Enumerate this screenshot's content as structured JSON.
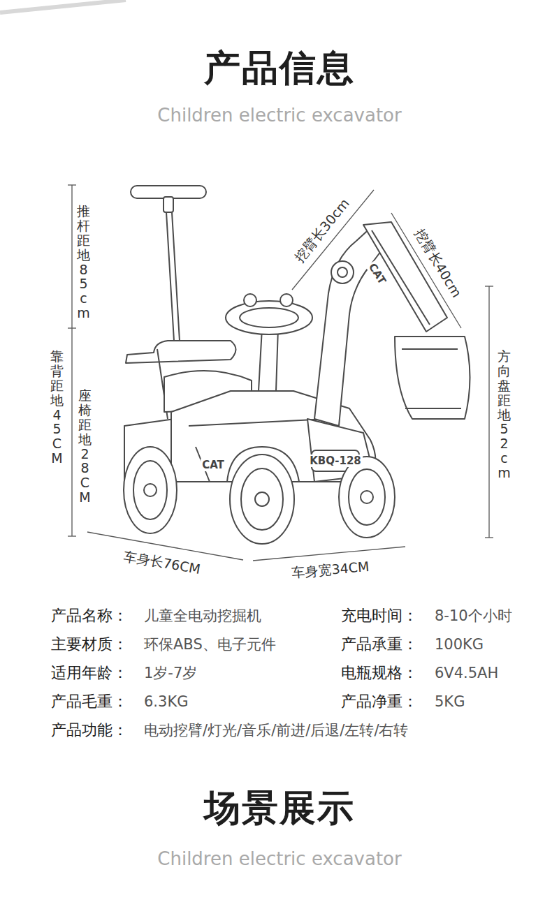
{
  "diagram": {
    "title": "产品信息",
    "labels": [
      "Children electric excavator",
      "推杆距地85cm",
      "挖臂长30cm",
      "挖臂长40cm",
      "靠背距地45CM",
      "座椅距地28CM",
      "方向盘距地52cm",
      "CAT",
      "CAT",
      "KBQ-128",
      "车身长76CM",
      "车身宽34CM",
      "产品名称：",
      "儿童全电动挖掘机",
      "充电时间：",
      "8-10个小时",
      "主要材质：",
      "环保ABS、电子元件",
      "产品承重：",
      "100KG",
      "适用年龄：",
      "1岁-7岁",
      "电瓶规格：",
      "6V4.5AH",
      "产品毛重：",
      "6.3KG",
      "产品净重：",
      "5KG",
      "产品功能：",
      "电动挖臂/灯光/音乐/前进/后退/左转/右转",
      "场景展示",
      "Children electric excavator"
    ]
  }
}
